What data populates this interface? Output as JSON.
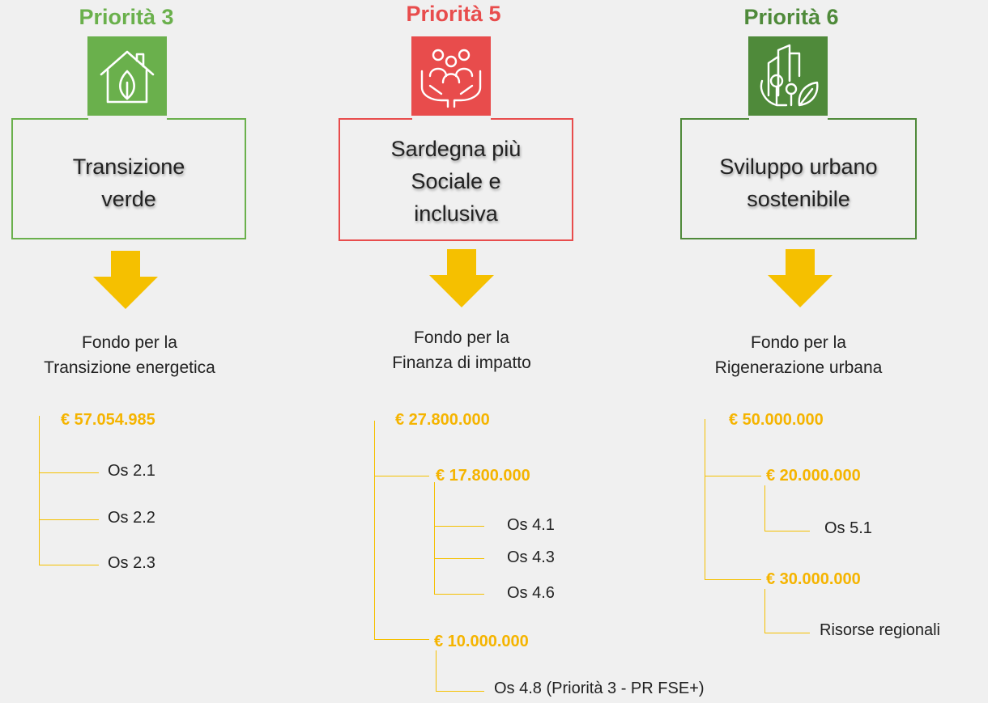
{
  "columns": [
    {
      "priority": "Priorità 3",
      "priority_color": "#6ab04c",
      "icon": "green-house-leaf-icon",
      "title_lines": [
        "Transizione",
        "verde"
      ],
      "fund_lines": [
        "Fondo per la",
        "Transizione energetica"
      ],
      "total": "€ 57.054.985",
      "items": [
        "Os 2.1",
        "Os 2.2",
        "Os 2.3"
      ]
    },
    {
      "priority": "Priorità 5",
      "priority_color": "#e84c4c",
      "icon": "people-in-hands-icon",
      "title_lines": [
        "Sardegna più",
        "Sociale e",
        "inclusiva"
      ],
      "fund_lines": [
        "Fondo per la",
        "Finanza di impatto"
      ],
      "total": "€ 27.800.000",
      "groups": [
        {
          "amount": "€ 17.800.000",
          "items": [
            "Os 4.1",
            "Os 4.3",
            "Os 4.6"
          ]
        },
        {
          "amount": "€ 10.000.000",
          "items": [
            "Os 4.8 (Priorità 3 - PR FSE+)"
          ]
        }
      ]
    },
    {
      "priority": "Priorità 6",
      "priority_color": "#4f8a3a",
      "icon": "city-tree-leaf-icon",
      "title_lines": [
        "Sviluppo urbano",
        "sostenibile"
      ],
      "fund_lines": [
        "Fondo per la",
        "Rigenerazione urbana"
      ],
      "total": "€ 50.000.000",
      "groups": [
        {
          "amount": "€ 20.000.000",
          "items": [
            "Os 5.1"
          ]
        },
        {
          "amount": "€ 30.000.000",
          "items": [
            "Risorse regionali"
          ]
        }
      ]
    }
  ],
  "colors": {
    "amount": "#f5b400",
    "arrow": "#f5c000",
    "line": "#f5c000"
  }
}
